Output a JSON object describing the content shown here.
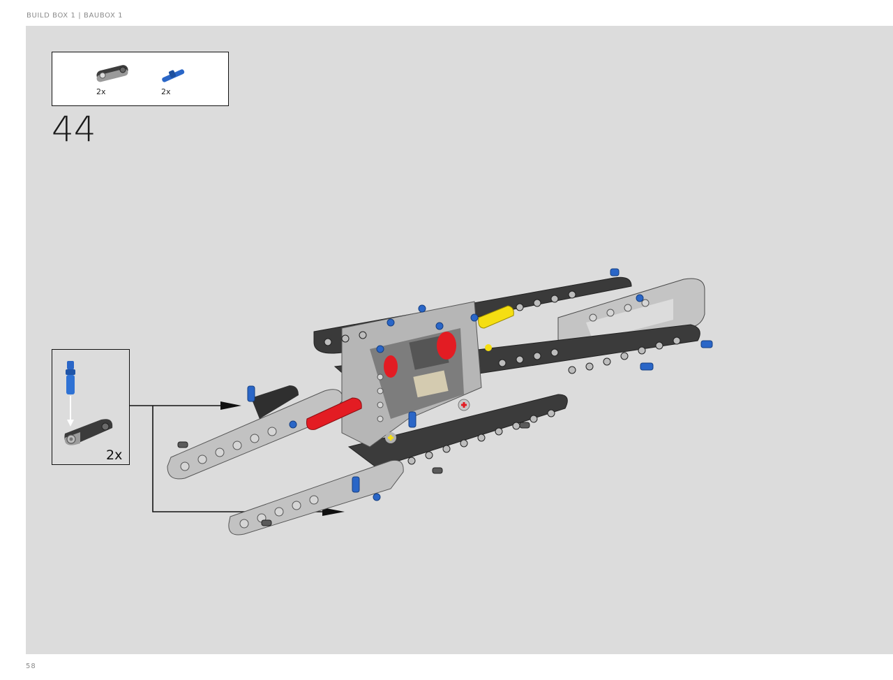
{
  "header": {
    "label": "BUILD BOX 1  |  BAUBOX 1"
  },
  "footer": {
    "page_number": "58"
  },
  "parts_list": {
    "items": [
      {
        "icon": "connector-beam-icon",
        "color": "#4a4a4a",
        "quantity": "2x"
      },
      {
        "icon": "blue-axle-pin-icon",
        "color": "#2a66c7",
        "quantity": "2x"
      }
    ]
  },
  "step": {
    "number": "44"
  },
  "sub_assembly": {
    "quantity": "2x"
  },
  "colors": {
    "panel_bg": "#dcdcdc",
    "dark_beam": "#3a3a3a",
    "light_beam": "#b8b8b8",
    "pin_blue": "#2a66c7",
    "axle_red": "#e31c23",
    "axle_yellow": "#f5de12"
  }
}
